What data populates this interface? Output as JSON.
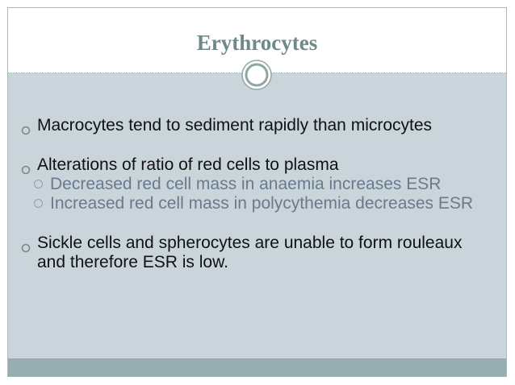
{
  "slide": {
    "title": "Erythrocytes",
    "bullets": [
      {
        "text": "Macrocytes tend to sediment rapidly than microcytes"
      },
      {
        "text": "Alterations of ratio of red cells to plasma"
      },
      {
        "text": "Decreased red cell mass in anaemia increases ESR"
      },
      {
        "text": "Increased red cell mass in polycythemia decreases ESR"
      },
      {
        "text": "Sickle cells and spherocytes are unable to form rouleaux and therefore ESR is low."
      }
    ]
  },
  "colors": {
    "title": "#6c8a87",
    "content_background": "#c9d5da",
    "footer_bar": "#96aeaf",
    "sub_bullet_text": "#6a7a8c"
  },
  "icons": {
    "ornament": "double-circle-ornament-icon",
    "bullet": "circle-bullet-icon",
    "sub_bullet": "hollow-circle-bullet-icon"
  }
}
